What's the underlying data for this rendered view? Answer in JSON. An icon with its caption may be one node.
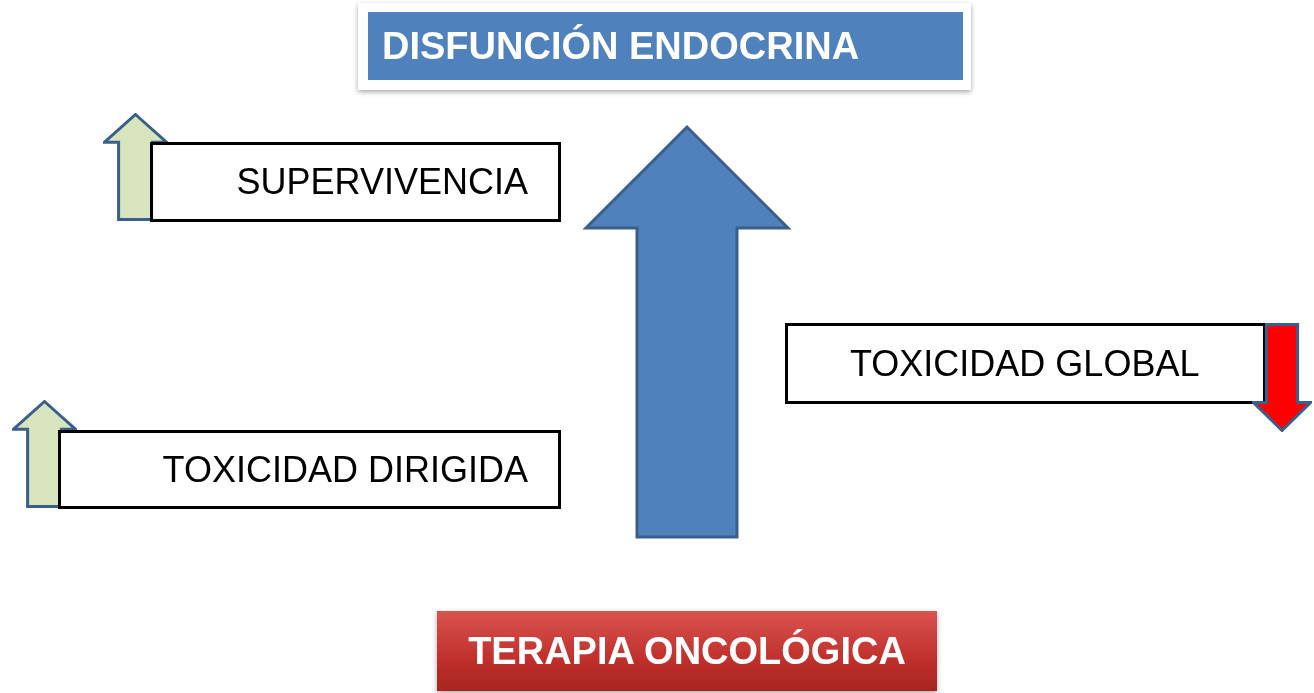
{
  "diagram": {
    "nodes": [
      {
        "text": [
          "DISFUNCIÓN ENDOCRINA"
        ]
      },
      {
        "text": [
          "SUPERVIVENCIA"
        ]
      },
      {
        "text": [
          "TOXICIDAD GLOBAL"
        ]
      },
      {
        "text": [
          "TOXICIDAD DIRIGIDA"
        ]
      },
      {
        "text": [
          "TERAPIA ONCOLÓGICA"
        ]
      }
    ],
    "edges": [
      {
        "from": 4,
        "to": 0,
        "arrow": "to",
        "style": "thick"
      }
    ]
  }
}
